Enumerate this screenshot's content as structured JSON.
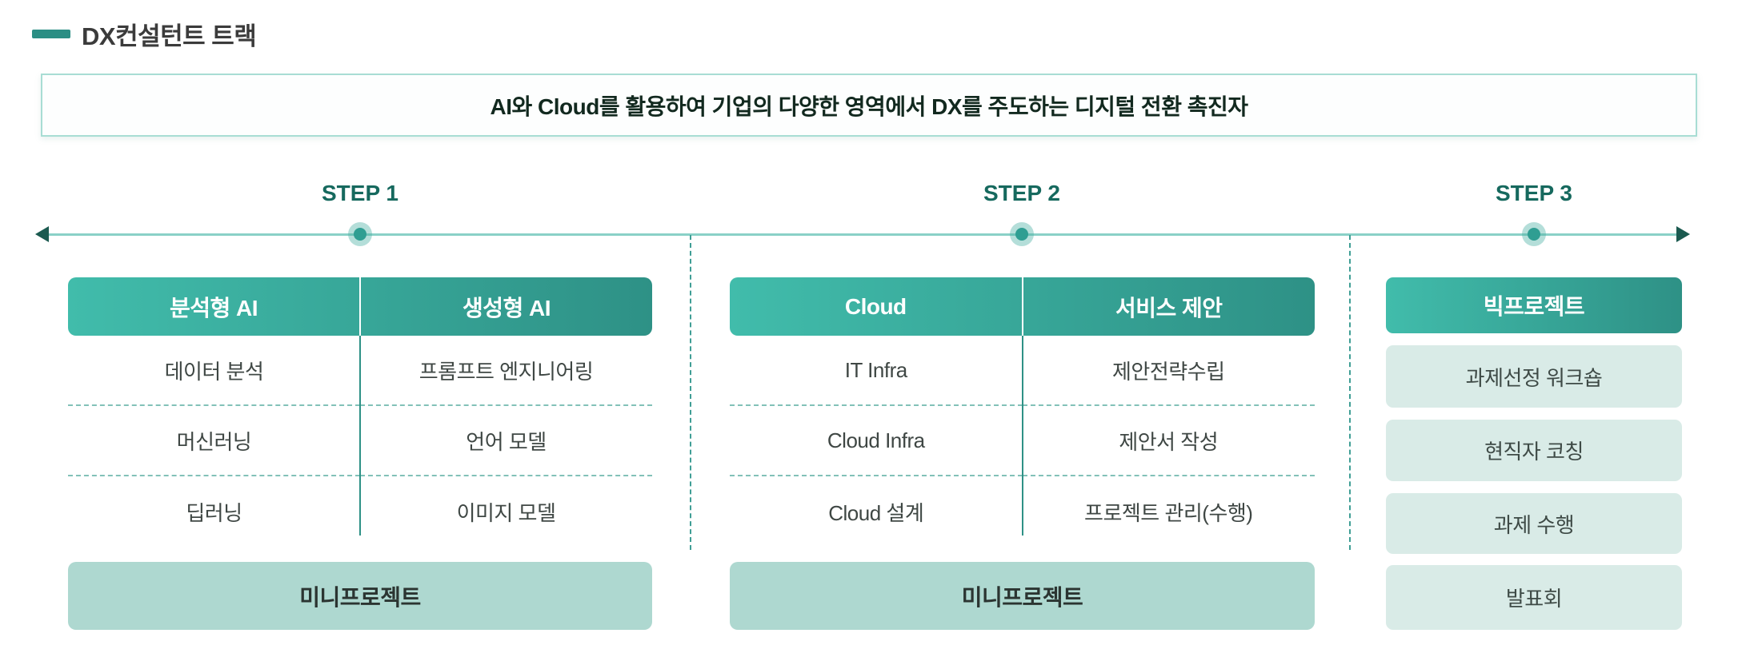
{
  "title": {
    "text": "DX컨설턴트 트랙"
  },
  "banner": {
    "text": "AI와 Cloud를 활용하여 기업의 다양한 영역에서 DX를 주도하는 디지털 전환 촉진자"
  },
  "timeline": {
    "step1_label": "STEP 1",
    "step2_label": "STEP 2",
    "step3_label": "STEP 3"
  },
  "blocks": [
    {
      "step_label": "STEP 1",
      "headers": [
        "분석형 AI",
        "생성형 AI"
      ],
      "rows": [
        [
          "데이터 분석",
          "프롬프트 엔지니어링"
        ],
        [
          "머신러닝",
          "언어 모델"
        ],
        [
          "딥러닝",
          "이미지 모델"
        ]
      ],
      "footer": "미니프로젝트"
    },
    {
      "step_label": "STEP 2",
      "headers": [
        "Cloud",
        "서비스 제안"
      ],
      "rows": [
        [
          "IT Infra",
          "제안전략수립"
        ],
        [
          "Cloud Infra",
          "제안서 작성"
        ],
        [
          "Cloud 설계",
          "프로젝트 관리(수행)"
        ]
      ],
      "footer": "미니프로젝트"
    },
    {
      "step_label": "STEP 3",
      "header": "빅프로젝트",
      "items": [
        "과제선정 워크숍",
        "현직자 코칭",
        "과제 수행",
        "발표회"
      ]
    }
  ],
  "colors": {
    "accent_teal_light": "#41bcab",
    "accent_teal_dark": "#2e9186",
    "title_dash": "#2b8e84",
    "step_label_text": "#16695e",
    "timeline_line": "#8ad1c7",
    "timeline_arrow": "#1b5a50",
    "timeline_dot_inner": "#2f9e92",
    "dashed_guide": "#3f9e95",
    "dotted_separator": "#82c1b8",
    "mini_project_bg": "#aed8d0",
    "step3_item_bg": "#d9ebe7",
    "banner_border": "#a8ddd4"
  }
}
